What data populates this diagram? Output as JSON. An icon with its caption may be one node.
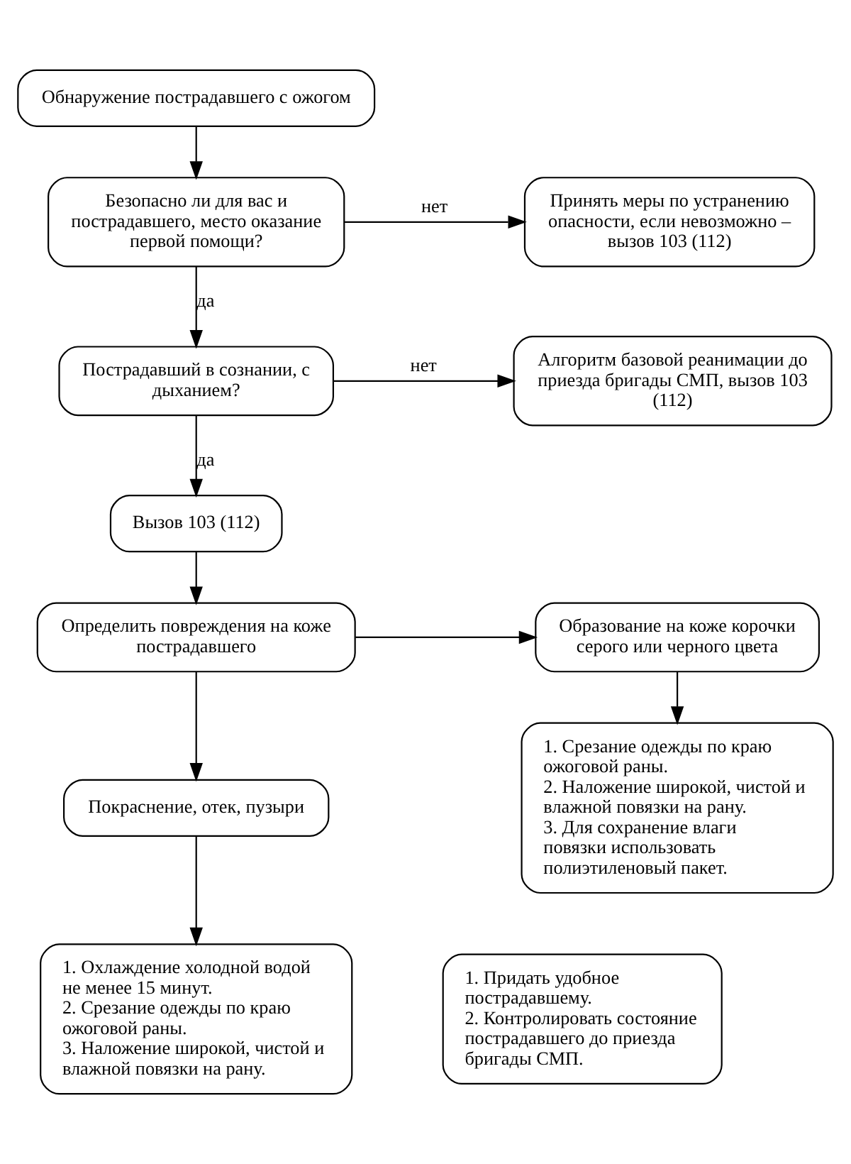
{
  "diagram": {
    "nodes": [
      {
        "text": [
          "Обнаружение пострадавшего с ожогом"
        ]
      },
      {
        "text": [
          "Безопасно ли для вас и пострадавшего, место оказание первой помощи?"
        ]
      },
      {
        "text": [
          "Принять меры по устранению опасности, если невозможно – вызов 103 (112)"
        ]
      },
      {
        "text": [
          "Пострадавший в сознании, с дыханием?"
        ]
      },
      {
        "text": [
          "Алгоритм базовой реанимации до приезда бригады СМП, вызов 103 (112)"
        ]
      },
      {
        "text": [
          "Вызов 103 (112)"
        ]
      },
      {
        "text": [
          "Образование на коже корочки серого или черного цвета"
        ]
      },
      {
        "text": [
          "Определить повреждения на коже пострадавшего"
        ]
      },
      {
        "text": [
          "1. Срезание одежды по краю ожоговой раны.",
          "2. Наложение широкой, чистой и влажной повязки на рану.",
          "3. Для сохранение влаги повязки использовать полиэтиленовый пакет."
        ]
      },
      {
        "text": [
          "Покраснение, отек, пузыри"
        ]
      },
      {
        "text": [
          "1. Охлаждение холодной водой не менее 15 минут.",
          "2. Срезание одежды по краю ожоговой раны.",
          "3. Наложение широкой, чистой и влажной повязки на рану."
        ]
      },
      {
        "text": [
          "1. Придать удобное пострадавшему.",
          "2. Контролировать состояние пострадавшего до приезда бригады СМП."
        ]
      }
    ],
    "edges": [
      {
        "from": 0,
        "to": 1,
        "arrow": "to"
      },
      {
        "from": 1,
        "to": 2,
        "arrow": "to",
        "label": "нет"
      },
      {
        "from": 1,
        "to": 3,
        "arrow": "to",
        "label": "да"
      },
      {
        "from": 3,
        "to": 4,
        "arrow": "to",
        "label": "нет"
      },
      {
        "from": 3,
        "to": 5,
        "arrow": "to",
        "label": "да"
      },
      {
        "from": 5,
        "to": 7,
        "arrow": "to"
      },
      {
        "from": 7,
        "to": 6,
        "arrow": "to"
      },
      {
        "from": 6,
        "to": 8,
        "arrow": "to"
      },
      {
        "from": 7,
        "to": 9,
        "arrow": "to"
      },
      {
        "from": 9,
        "to": 10,
        "arrow": "to"
      }
    ]
  }
}
